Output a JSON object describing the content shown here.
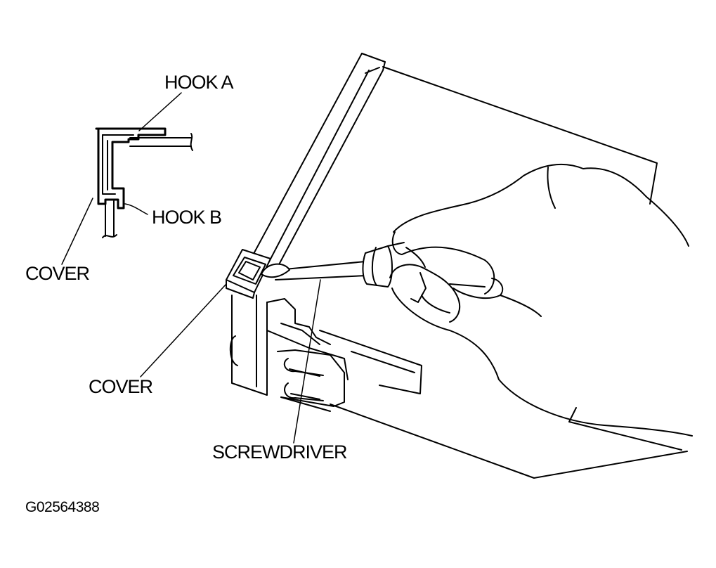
{
  "labels": {
    "hook_a": "HOOK A",
    "hook_b": "HOOK B",
    "cover_detail": "COVER",
    "cover_main": "COVER",
    "screwdriver": "SCREWDRIVER"
  },
  "figure_id": "G02564388"
}
